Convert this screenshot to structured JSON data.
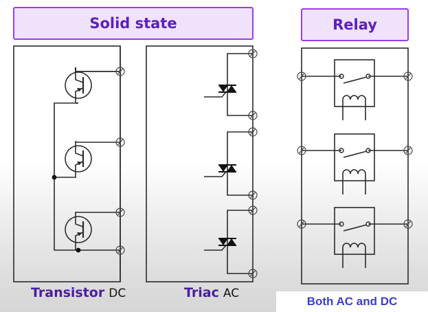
{
  "headers": {
    "solid_state": "Solid state",
    "relay": "Relay"
  },
  "panels": [
    {
      "id": "transistor",
      "label": "Transistor",
      "current_type": "DC",
      "element_count": 3,
      "element": "NPN transistor"
    },
    {
      "id": "triac",
      "label": "Triac",
      "current_type": "AC",
      "element_count": 3,
      "element": "Triac"
    },
    {
      "id": "relay",
      "label": "Both AC and DC",
      "element_count": 3,
      "element": "Electromechanical relay (contact + coil)"
    }
  ],
  "colors": {
    "header_fill": "#f0e2fb",
    "header_border": "#9b3ce8",
    "header_text": "#5b1fbf",
    "caption_main": "#4a1f9e",
    "caption_relay": "#3c3ccc",
    "line": "#2a2a2a"
  }
}
